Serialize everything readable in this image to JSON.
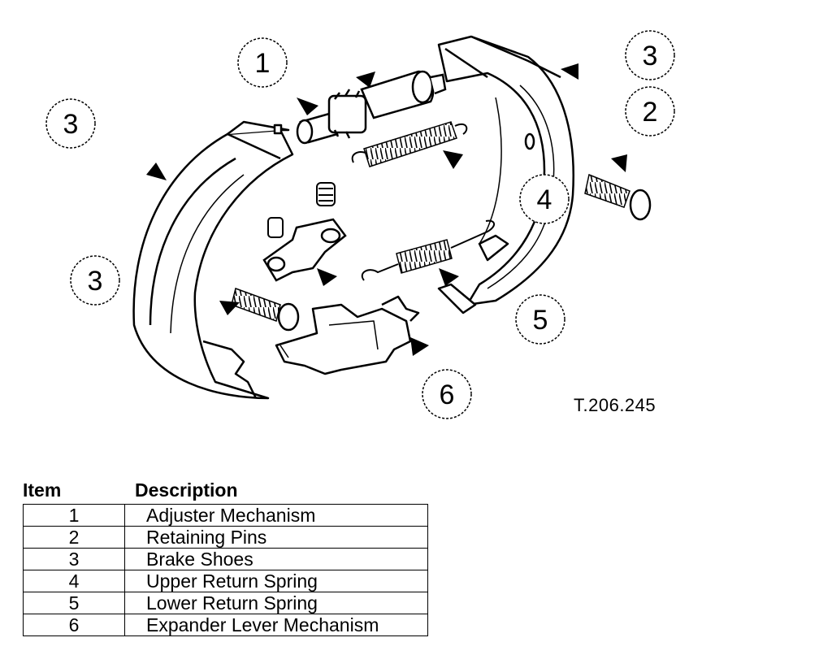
{
  "diagram": {
    "reference_code": "T.206.245",
    "callouts": [
      {
        "id": "c1",
        "label": "1"
      },
      {
        "id": "c3a",
        "label": "3"
      },
      {
        "id": "c3b",
        "label": "3"
      },
      {
        "id": "c2",
        "label": "2"
      },
      {
        "id": "c3c",
        "label": "3"
      },
      {
        "id": "c4",
        "label": "4"
      },
      {
        "id": "c3d",
        "label": "3"
      },
      {
        "id": "c5",
        "label": "5"
      },
      {
        "id": "c6",
        "label": "6"
      }
    ]
  },
  "table": {
    "headers": {
      "item": "Item",
      "description": "Description"
    },
    "rows": [
      {
        "item": "1",
        "description": "Adjuster Mechanism"
      },
      {
        "item": "2",
        "description": "Retaining Pins"
      },
      {
        "item": "3",
        "description": "Brake Shoes"
      },
      {
        "item": "4",
        "description": "Upper Return Spring"
      },
      {
        "item": "5",
        "description": "Lower Return Spring"
      },
      {
        "item": "6",
        "description": "Expander Lever Mechanism"
      }
    ]
  }
}
